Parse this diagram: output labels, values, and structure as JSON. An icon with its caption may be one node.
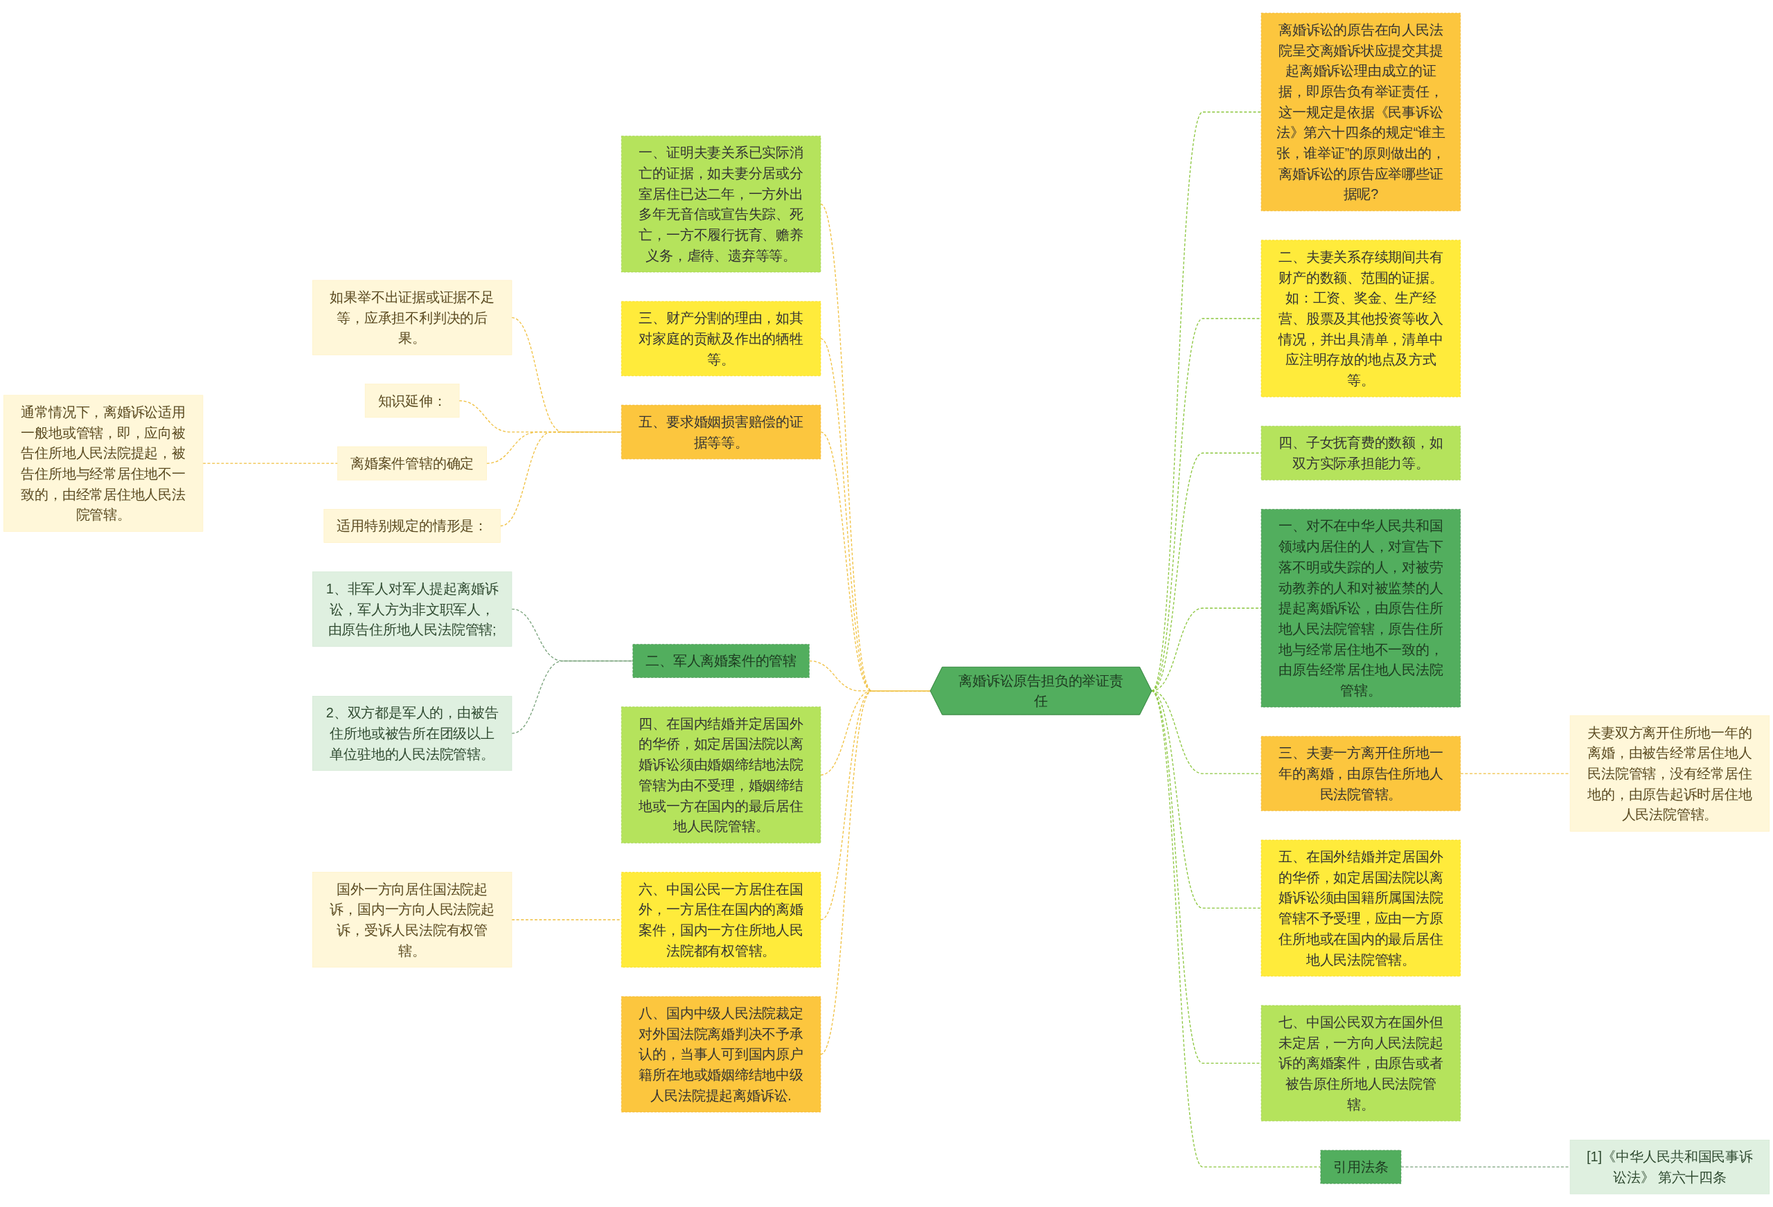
{
  "diagram": {
    "nodes": [
      {
        "text": [
          "离婚诉讼原告担负的举证责任"
        ]
      },
      {
        "text": [
          "一、证明夫妻关系已实际消亡的证据，如夫妻分居或分室居住已达二年，一方外出多年无音信或宣告失踪、死亡，一方不履行抚育、赡养义务，虐待、遗弃等等。"
        ]
      },
      {
        "text": [
          "三、财产分割的理由，如其对家庭的贡献及作出的牺牲等。"
        ]
      },
      {
        "text": [
          "五、要求婚姻损害赔偿的证据等等。"
        ]
      },
      {
        "text": [
          "如果举不出证据或证据不足等，应承担不利判决的后果。"
        ]
      },
      {
        "text": [
          "知识延伸："
        ]
      },
      {
        "text": [
          "离婚案件管辖的确定"
        ]
      },
      {
        "text": [
          "通常情况下，离婚诉讼适用一般地或管辖，即，应向被告住所地人民法院提起，被告住所地与经常居住地不一致的，由经常居住地人民法院管辖。"
        ]
      },
      {
        "text": [
          "适用特别规定的情形是："
        ]
      },
      {
        "text": [
          "二、军人离婚案件的管辖"
        ]
      },
      {
        "text": [
          "1、非军人对军人提起离婚诉讼，军人方为非文职军人，由原告住所地人民法院管辖;"
        ]
      },
      {
        "text": [
          "2、双方都是军人的，由被告住所地或被告所在团级以上单位驻地的人民法院管辖。"
        ]
      },
      {
        "text": [
          "四、在国内结婚并定居国外的华侨，如定居国法院以离婚诉讼须由婚姻缔结地法院管辖为由不受理，婚姻缔结地或一方在国内的最后居住地人民院管辖。"
        ]
      },
      {
        "text": [
          "六、中国公民一方居住在国外，一方居住在国内的离婚案件，国内一方住所地人民法院都有权管辖。"
        ]
      },
      {
        "text": [
          "国外一方向居住国法院起诉，国内一方向人民法院起诉，受诉人民法院有权管辖。"
        ]
      },
      {
        "text": [
          "八、国内中级人民法院裁定对外国法院离婚判决不予承认的，当事人可到国内原户籍所在地或婚姻缔结地中级人民法院提起离婚诉讼."
        ]
      },
      {
        "text": [
          "离婚诉讼的原告在向人民法院呈交离婚诉状应提交其提起离婚诉讼理由成立的证据，即原告负有举证责任，这一规定是依据《民事诉讼法》第六十四条的规定“谁主张，谁举证”的原则做出的，离婚诉讼的原告应举哪些证据呢?"
        ]
      },
      {
        "text": [
          "二、夫妻关系存续期间共有财产的数额、范围的证据。如：工资、奖金、生产经营、股票及其他投资等收入情况，并出具清单，清单中应注明存放的地点及方式等。"
        ]
      },
      {
        "text": [
          "四、子女抚育费的数额，如双方实际承担能力等。"
        ]
      },
      {
        "text": [
          "一、对不在中华人民共和国领域内居住的人，对宣告下落不明或失踪的人，对被劳动教养的人和对被监禁的人提起离婚诉讼，由原告住所地人民法院管辖，原告住所地与经常居住地不一致的，由原告经常居住地人民法院管辖。"
        ]
      },
      {
        "text": [
          "三、夫妻一方离开住所地一年的离婚，由原告住所地人民法院管辖。"
        ]
      },
      {
        "text": [
          "夫妻双方离开住所地一年的离婚，由被告经常居住地人民法院管辖，没有经常居住地的，由原告起诉时居住地人民法院管辖。"
        ]
      },
      {
        "text": [
          "五、在国外结婚并定居国外的华侨，如定居国法院以离婚诉讼须由国籍所属国法院管辖不予受理，应由一方原住所地或在国内的最后居住地人民法院管辖。"
        ]
      },
      {
        "text": [
          "七、中国公民双方在国外但未定居，一方向人民法院起诉的离婚案件，由原告或者被告原住所地人民法院管辖。"
        ]
      },
      {
        "text": [
          "引用法条"
        ]
      },
      {
        "text": [
          "[1]《中华人民共和国民事诉讼法》 第六十四条"
        ]
      }
    ],
    "edges": [
      {
        "from": 0,
        "to": 1,
        "arrow": "none",
        "style": "dashed"
      },
      {
        "from": 0,
        "to": 2,
        "arrow": "none",
        "style": "dashed"
      },
      {
        "from": 0,
        "to": 3,
        "arrow": "none",
        "style": "dashed"
      },
      {
        "from": 3,
        "to": 4,
        "arrow": "none",
        "style": "dashed"
      },
      {
        "from": 3,
        "to": 5,
        "arrow": "none",
        "style": "dashed"
      },
      {
        "from": 3,
        "to": 6,
        "arrow": "none",
        "style": "dashed"
      },
      {
        "from": 6,
        "to": 7,
        "arrow": "none",
        "style": "dashed"
      },
      {
        "from": 3,
        "to": 8,
        "arrow": "none",
        "style": "dashed"
      },
      {
        "from": 0,
        "to": 9,
        "arrow": "none",
        "style": "dashed"
      },
      {
        "from": 9,
        "to": 10,
        "arrow": "none",
        "style": "dashed",
        "color": "#7aa37c"
      },
      {
        "from": 9,
        "to": 11,
        "arrow": "none",
        "style": "dashed",
        "color": "#7aa37c"
      },
      {
        "from": 0,
        "to": 12,
        "arrow": "none",
        "style": "dashed"
      },
      {
        "from": 0,
        "to": 13,
        "arrow": "none",
        "style": "dashed"
      },
      {
        "from": 13,
        "to": 14,
        "arrow": "none",
        "style": "dashed"
      },
      {
        "from": 0,
        "to": 15,
        "arrow": "none",
        "style": "dashed"
      },
      {
        "from": 0,
        "to": 16,
        "arrow": "none",
        "style": "dashed",
        "color": "#8cc63f"
      },
      {
        "from": 0,
        "to": 17,
        "arrow": "none",
        "style": "dashed",
        "color": "#8cc63f"
      },
      {
        "from": 0,
        "to": 18,
        "arrow": "none",
        "style": "dashed",
        "color": "#8cc63f"
      },
      {
        "from": 0,
        "to": 19,
        "arrow": "none",
        "style": "dashed",
        "color": "#8cc63f"
      },
      {
        "from": 0,
        "to": 20,
        "arrow": "none",
        "style": "dashed",
        "color": "#8cc63f"
      },
      {
        "from": 20,
        "to": 21,
        "arrow": "none",
        "style": "dashed"
      },
      {
        "from": 0,
        "to": 22,
        "arrow": "none",
        "style": "dashed",
        "color": "#8cc63f"
      },
      {
        "from": 0,
        "to": 23,
        "arrow": "none",
        "style": "dashed",
        "color": "#8cc63f"
      },
      {
        "from": 0,
        "to": 24,
        "arrow": "none",
        "style": "dashed",
        "color": "#8cc63f"
      },
      {
        "from": 24,
        "to": 25,
        "arrow": "none",
        "style": "dashed",
        "color": "#7aa37c"
      }
    ]
  }
}
